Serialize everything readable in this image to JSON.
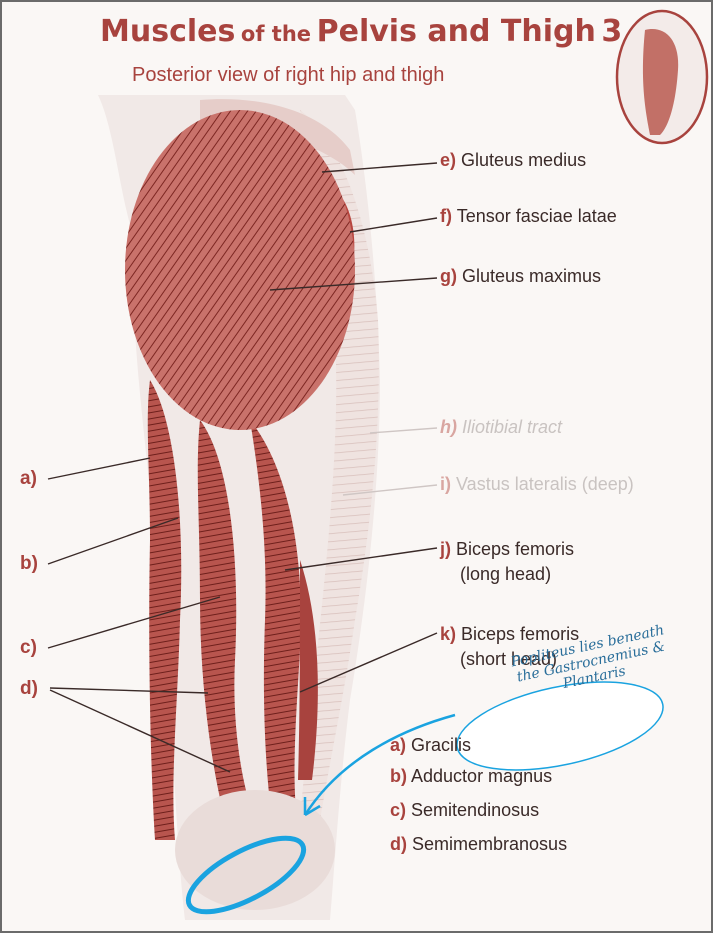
{
  "title": {
    "part1": "Muscles",
    "part2": "of the",
    "part3": "Pelvis and Thigh",
    "number": "3"
  },
  "subtitle": "Posterior view of right hip and thigh",
  "labels_right": [
    {
      "letter": "e)",
      "name": "Gluteus medius"
    },
    {
      "letter": "f)",
      "name": "Tensor fasciae latae"
    },
    {
      "letter": "g)",
      "name": "Gluteus maximus"
    },
    {
      "letter": "h)",
      "name": "Iliotibial tract"
    },
    {
      "letter": "i)",
      "name": "Vastus lateralis (deep)"
    },
    {
      "letter": "j)",
      "name": "Biceps femoris",
      "line2": "(long head)"
    },
    {
      "letter": "k)",
      "name": "Biceps femoris",
      "line2": "(short head)"
    }
  ],
  "labels_left": [
    "a)",
    "b)",
    "c)",
    "d)"
  ],
  "legend": [
    {
      "letter": "a)",
      "name": "Gracilis"
    },
    {
      "letter": "b)",
      "name": "Adductor magnus"
    },
    {
      "letter": "c)",
      "name": "Semitendinosus"
    },
    {
      "letter": "d)",
      "name": "Semimembranosus"
    }
  ],
  "annotation": "Popliteus lies beneath the Gastrocnemius & Plantaris",
  "colors": {
    "accent": "#a8433e",
    "muscle": "#b5524c",
    "annotation": "#1aa3e0"
  }
}
